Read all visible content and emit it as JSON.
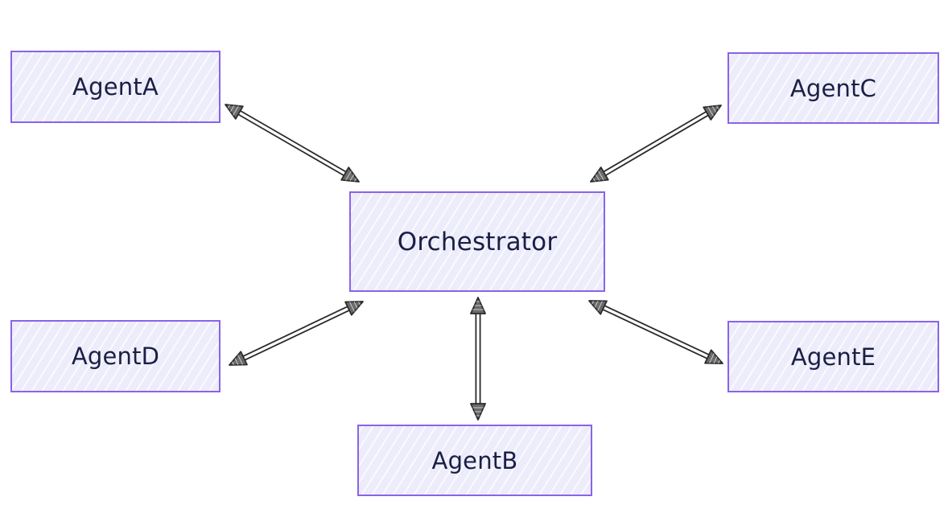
{
  "nodes": {
    "orchestrator": "Orchestrator",
    "agent_a": "AgentA",
    "agent_b": "AgentB",
    "agent_c": "AgentC",
    "agent_d": "AgentD",
    "agent_e": "AgentE"
  },
  "connections": [
    {
      "from": "Orchestrator",
      "to": "AgentA",
      "direction": "bidirectional"
    },
    {
      "from": "Orchestrator",
      "to": "AgentB",
      "direction": "bidirectional"
    },
    {
      "from": "Orchestrator",
      "to": "AgentC",
      "direction": "bidirectional"
    },
    {
      "from": "Orchestrator",
      "to": "AgentD",
      "direction": "bidirectional"
    },
    {
      "from": "Orchestrator",
      "to": "AgentE",
      "direction": "bidirectional"
    }
  ],
  "colors": {
    "node_border": "#8a63e8",
    "node_fill": "#ececfb",
    "text": "#1b1f45",
    "arrow": "#2b2b2b"
  }
}
